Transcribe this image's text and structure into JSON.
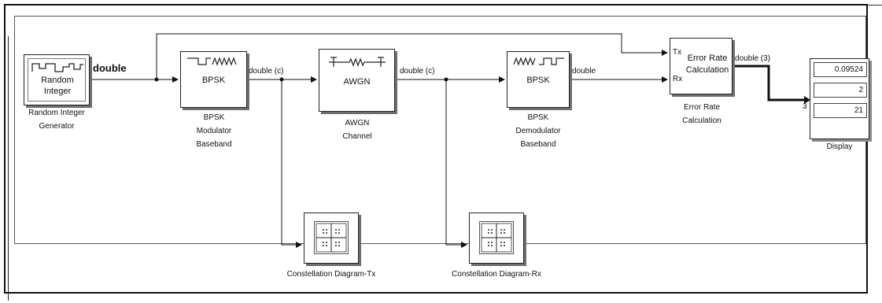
{
  "blocks": {
    "rig": {
      "icon_text": "Random Integer",
      "label": "Random Integer Generator"
    },
    "bpsk_mod": {
      "icon_text": "BPSK",
      "label": "BPSK Modulator Baseband"
    },
    "awgn": {
      "icon_text": "AWGN",
      "label": "AWGN Channel"
    },
    "bpsk_demod": {
      "icon_text": "BPSK",
      "label": "BPSK Demodulator Baseband"
    },
    "err": {
      "icon_text": "Error Rate Calculation",
      "label": "Error Rate Calculation",
      "port_tx": "Tx",
      "port_rx": "Rx"
    },
    "display": {
      "label": "Display",
      "values": [
        "0.09524",
        "2",
        "21"
      ],
      "input_port": "3"
    },
    "const_tx": {
      "label": "Constellation Diagram-Tx"
    },
    "const_rx": {
      "label": "Constellation Diagram-Rx"
    }
  },
  "signals": {
    "rig_out": "double",
    "mod_out": "double (c)",
    "awgn_out": "double (c)",
    "demod_out": "double",
    "err_out": "double (3)"
  }
}
